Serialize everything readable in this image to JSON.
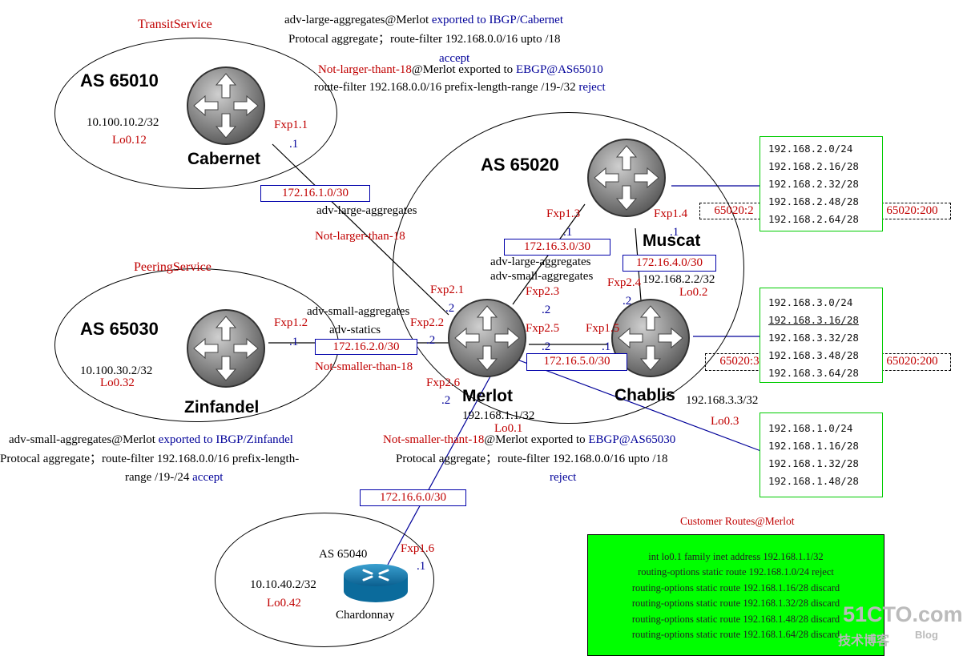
{
  "as_labels": {
    "as65010": "AS 65010",
    "as65020": "AS 65020",
    "as65030": "AS 65030",
    "as65040": "AS 65040"
  },
  "routers": {
    "cabernet": {
      "name": "Cabernet",
      "ip": "10.100.10.2/32",
      "lo": "Lo0.12"
    },
    "zinfandel": {
      "name": "Zinfandel",
      "ip": "10.100.30.2/32",
      "lo": "Lo0.32"
    },
    "muscat": {
      "name": "Muscat",
      "ip": "192.168.2.2/32",
      "lo": "Lo0.2"
    },
    "merlot": {
      "name": "Merlot",
      "ip": "192.168.1.1/32",
      "lo": "Lo0.1"
    },
    "chablis": {
      "name": "Chablis",
      "ip": "192.168.3.3/32",
      "lo": "Lo0.3"
    },
    "chardonnay": {
      "name": "Chardonnay",
      "ip": "10.10.40.2/32",
      "lo": "Lo0.42"
    }
  },
  "services": {
    "transit": "TransitService",
    "peering": "PeeringService"
  },
  "top_policy": {
    "line1_black": "adv-large-aggregates@Merlot",
    "line1_blue": " exported to IBGP/Cabernet",
    "line2": "Protocal aggregate；route-filter 192.168.0.0/16 upto /18",
    "line3_blue": "accept",
    "line4_red": "Not-larger-thant-18",
    "line4_black": "@Merlot exported to ",
    "line4_blue": "EBGP@AS65010",
    "line5_black": "route-filter 192.168.0.0/16 prefix-length-range /19-/32 ",
    "line5_blue": "reject"
  },
  "left_policy": {
    "line1_black": "adv-small-aggregates@Merlot ",
    "line1_blue": "exported to IBGP/Zinfandel",
    "line2": "Protocal aggregate；route-filter 192.168.0.0/16 prefix-length-",
    "line3_black": "range /19-/24 ",
    "line3_blue": "accept"
  },
  "right_policy": {
    "line1_red": "Not-smaller-thant-18",
    "line1_black": "@Merlot exported to ",
    "line1_blue": "EBGP@AS65030",
    "line2": "Protocal aggregate；route-filter 192.168.0.0/16 upto /18",
    "line3_blue": "reject"
  },
  "link_policies": {
    "adv_large_1": "adv-large-aggregates",
    "not_larger": "Not-larger-than-18",
    "adv_small_1": "adv-small-aggregates",
    "adv_statics": "adv-statics",
    "not_smaller": "Not-smaller-than-18",
    "adv_large_2": "adv-large-aggregates",
    "adv_small_2": "adv-small-aggregates"
  },
  "subnets": {
    "s1": "172.16.1.0/30",
    "s2": "172.16.2.0/30",
    "s3": "172.16.3.0/30",
    "s4": "172.16.4.0/30",
    "s5": "172.16.5.0/30",
    "s6": "172.16.6.0/30"
  },
  "interfaces": {
    "fxp11": "Fxp1.1",
    "d11": ".1",
    "fxp12": "Fxp1.2",
    "d12": ".1",
    "fxp13": "Fxp1.3",
    "d13": ".1",
    "fxp14": "Fxp1.4",
    "d14": ".1",
    "fxp15": "Fxp1.5",
    "d15": ".1",
    "fxp16": "Fxp1.6",
    "d16": ".1",
    "fxp21": "Fxp2.1",
    "d21": ".2",
    "fxp22": "Fxp2.2",
    "d22": ".2",
    "fxp23": "Fxp2.3",
    "d23": ".2",
    "fxp24": "Fxp2.4",
    "d24": ".2",
    "fxp25": "Fxp2.5",
    "d25": ".2",
    "fxp26": "Fxp2.6",
    "d26": ".2"
  },
  "communities": {
    "m_left": "65020:2",
    "m_right": "65020:200",
    "c_left": "65020:3",
    "c_right": "65020:200"
  },
  "route_tables": {
    "muscat": [
      "192.168.2.0/24",
      "192.168.2.16/28",
      "192.168.2.32/28",
      "192.168.2.48/28",
      "192.168.2.64/28"
    ],
    "chablis": [
      "192.168.3.0/24",
      "192.168.3.16/28",
      "192.168.3.32/28",
      "192.168.3.48/28",
      "192.168.3.64/28"
    ],
    "merlot": [
      "192.168.1.0/24",
      "192.168.1.16/28",
      "192.168.1.32/28",
      "192.168.1.48/28"
    ]
  },
  "customer_routes": {
    "title": "Customer Routes@Merlot",
    "lines": [
      "int lo0.1 family inet address 192.168.1.1/32",
      "routing-options static route  192.168.1.0/24 reject",
      "routing-options static route  192.168.1.16/28 discard",
      "routing-options static route  192.168.1.32/28 discard",
      "routing-options static route  192.168.1.48/28 discard",
      "routing-options static route  192.168.1.64/28 discard"
    ]
  },
  "watermark": {
    "main": "51CTO.com",
    "sub": "技术博客",
    "blog": "Blog"
  },
  "colors": {
    "red": "#c00000",
    "blue": "#000099",
    "route_box_border": "#00cc00",
    "customer_bg": "#00ff00"
  },
  "icons": [
    "router-icon",
    "cisco-router-icon"
  ]
}
